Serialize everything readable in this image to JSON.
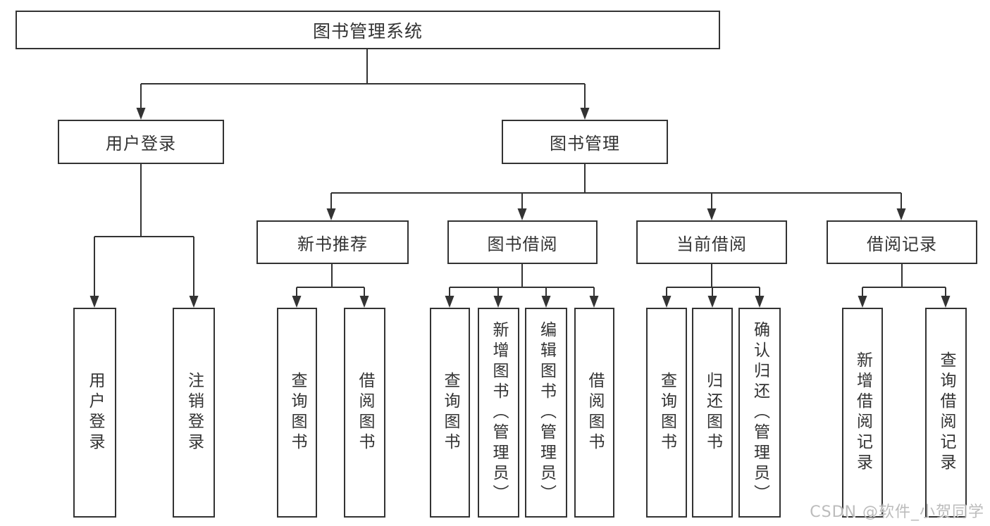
{
  "diagram": {
    "root_label": "图书管理系统",
    "level2": [
      {
        "label": "用户登录"
      },
      {
        "label": "图书管理"
      }
    ],
    "level3": [
      {
        "label": "新书推荐"
      },
      {
        "label": "图书借阅"
      },
      {
        "label": "当前借阅"
      },
      {
        "label": "借阅记录"
      }
    ],
    "leaves": {
      "user_login": [
        "用户登录",
        "注销登录"
      ],
      "new_books": [
        "查询图书",
        "借阅图书"
      ],
      "book_borrow": [
        "查询图书",
        "新增图书（管理员）",
        "编辑图书（管理员）",
        "借阅图书"
      ],
      "current_borrow": [
        "查询图书",
        "归还图书",
        "确认归还（管理员）"
      ],
      "borrow_records": [
        "新增借阅记录",
        "查询借阅记录"
      ]
    }
  },
  "watermark": "CSDN @软件_小贺同学",
  "colors": {
    "line": "#333333",
    "box_border": "#333333",
    "text": "#333333",
    "watermark_text": "#b5b5b5",
    "background": "#ffffff"
  }
}
